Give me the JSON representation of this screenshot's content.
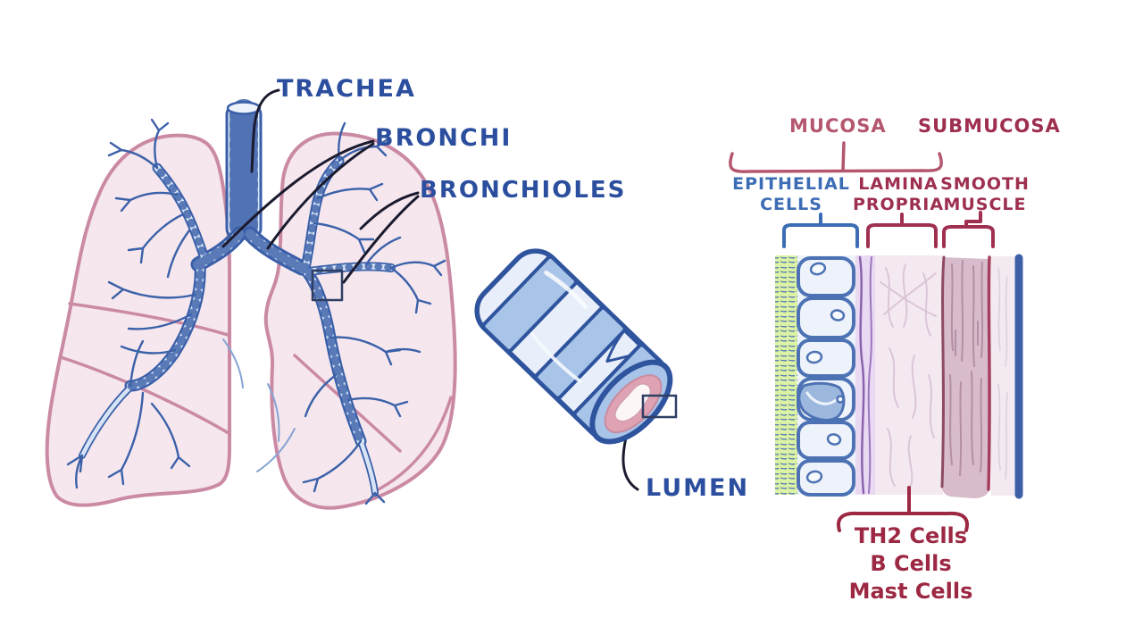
{
  "title": "Airway anatomy and bronchiole wall histology diagram",
  "labels": {
    "trachea": "TRACHEA",
    "bronchi": "BRONCHI",
    "bronchioles": "BRONCHIOLES",
    "lumen": "LUMEN",
    "mucosa": "MUCOSA",
    "submucosa": "SUBMUCOSA",
    "epithelial_cells_line1": "EPITHELIAL",
    "epithelial_cells_line2": "CELLS",
    "lamina_propria_line1": "LAMINA",
    "lamina_propria_line2": "PROPRIA",
    "smooth_muscle_line1": "SMOOTH",
    "smooth_muscle_line2": "MUSCLE",
    "immune_cells_line1": "TH2 Cells",
    "immune_cells_line2": "B Cells",
    "immune_cells_line3": "Mast Cells"
  },
  "colors": {
    "background": "#ffffff",
    "label_blue": "#2b4f9e",
    "epithelial_label_blue": "#3c6cb4",
    "mucosa_rose": "#b4576e",
    "submucosa_red": "#9e2f4f",
    "immune_text_red": "#9c2843",
    "ink_outline_blue": "#3a5fa8",
    "airway_fill_light_blue": "#d7e4f6",
    "tube_band_blue": "#a9c4e9",
    "lung_fill_pink": "#f6e7ee",
    "lung_outline_rose": "#cb8aa4",
    "connector_black": "#1b1b2f",
    "cilia_green": "#dcf2a4",
    "cell_fill": "#edf2fb",
    "cell_outline": "#4d72b4",
    "goblet_blue": "#9db8de",
    "basement_lavender": "#ead9f3",
    "basement_purple": "#8a63ae",
    "lamina_pink": "#f4e8f1",
    "muscle_mauve": "#d8bccb",
    "muscle_fiber": "#b48fa5",
    "muscle_border_red": "#a53e5e",
    "outer_bar_blue": "#3c5fa7",
    "lumen_wall_pink": "#dfa2b2",
    "lumen_white": "#fdf6f7"
  }
}
